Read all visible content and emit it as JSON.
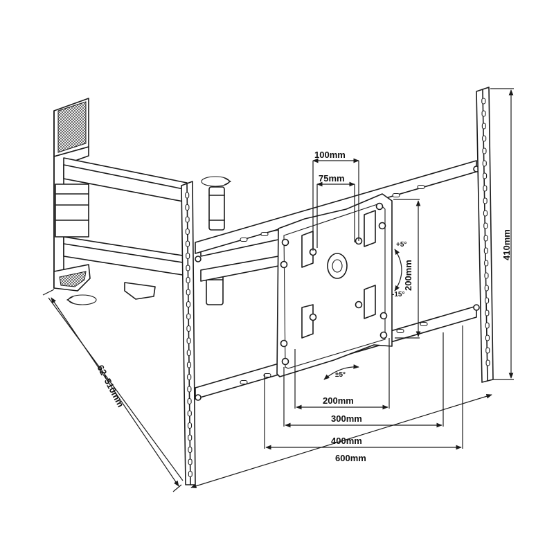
{
  "dimensions": {
    "vesa_100": "100mm",
    "vesa_75": "75mm",
    "height_200": "200mm",
    "height_410": "410mm",
    "width_200": "200mm",
    "width_300": "300mm",
    "width_400": "400mm",
    "width_600": "600mm",
    "extension": "62~510mm"
  },
  "angles": {
    "tilt_up": "+5°",
    "tilt_down": "-15°",
    "level": "±5°"
  },
  "colors": {
    "line": "#1a1a1a",
    "background": "#ffffff"
  }
}
